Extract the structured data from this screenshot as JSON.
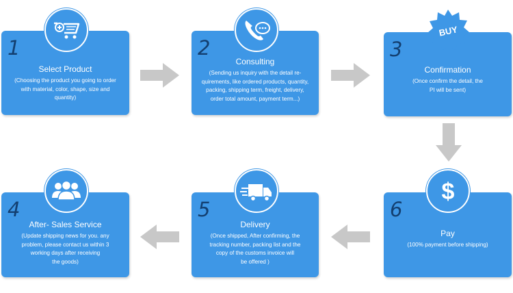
{
  "steps": [
    {
      "number": "1",
      "title": "Select Product",
      "desc": "(Choosing the product you going to order\nwith material, color, shape, size and\nquantity)",
      "icon": "shopping-cart-icon"
    },
    {
      "number": "2",
      "title": "Consulting",
      "desc": "(Sending us inquiry with the detail re-\nquirements, like ordered products, quantity,\npacking, shipping term, freight, delivery,\norder total amount, payment term...)",
      "icon": "phone-chat-icon"
    },
    {
      "number": "3",
      "title": "Confirmation",
      "desc": "(Once confirm the detail, the\nPI will be sent)",
      "icon": "buy-badge-icon",
      "badge_text": "BUY"
    },
    {
      "number": "4",
      "title": "After- Sales Service",
      "desc": "(Update shipping news for you. any\nproblem, please contact us within 3\nworking days after receiving\nthe goods)",
      "icon": "people-group-icon"
    },
    {
      "number": "5",
      "title": "Delivery",
      "desc": "(Once shipped, After confirming, the\ntracking number, packing list and the\ncopy of the    customs invoice will\nbe offered )",
      "icon": "truck-icon"
    },
    {
      "number": "6",
      "title": "Pay",
      "desc": "(100% payment before shipping)",
      "icon": "dollar-icon"
    }
  ],
  "colors": {
    "card": "#3e97e6",
    "number": "#133f70",
    "arrow": "#c8c8c8"
  }
}
